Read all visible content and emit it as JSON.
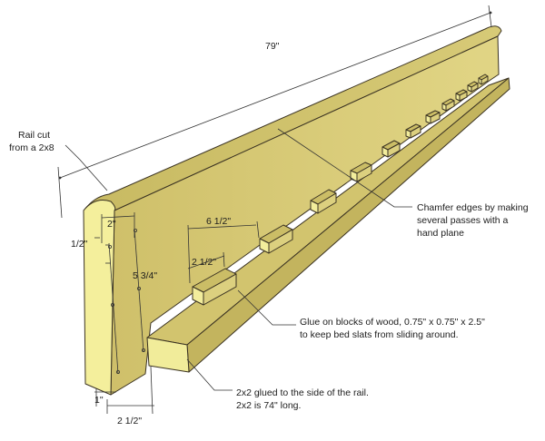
{
  "dimensions": {
    "length": "79\"",
    "width": "2\"",
    "half_inch": "1/2\"",
    "depth": "5 3/4\"",
    "spacing": "6 1/2\"",
    "block_offset": "2 1/2\"",
    "bottom_offset": "1\"",
    "cleat_width": "2 1/2\""
  },
  "callouts": {
    "rail": [
      "Rail cut",
      "from a 2x8"
    ],
    "chamfer": [
      "Chamfer edges by making",
      "several passes with a",
      "hand plane"
    ],
    "blocks": [
      "Glue on blocks of wood, 0.75\" x 0.75\" x 2.5\"",
      "to keep bed slats from sliding around."
    ],
    "cleat": [
      "2x2 glued to the side of the rail.",
      "2x2 is 74\" long."
    ]
  },
  "colors": {
    "wood_face": "#d6c774",
    "wood_top": "#c9bb64",
    "wood_end": "#f3ee9a",
    "wood_shade": "#b9aa55",
    "outline": "#3a3222"
  }
}
